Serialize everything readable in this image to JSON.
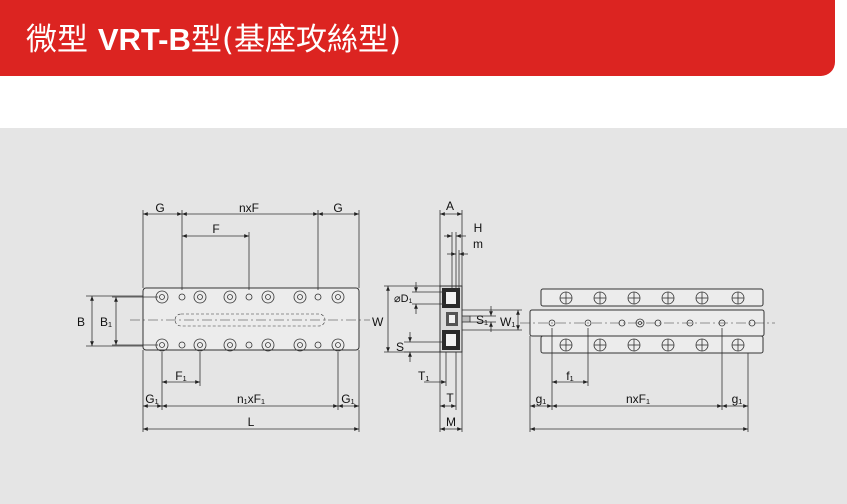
{
  "header": {
    "title_prefix": "微型 ",
    "title_model": "VRT-B",
    "title_suffix": "型(基座攻絲型)"
  },
  "colors": {
    "banner": "#dc2421",
    "panel": "#e5e5e5",
    "line": "#333333"
  },
  "front_view": {
    "labels": {
      "G_left": "G",
      "nxF": "nxF",
      "G_right": "G",
      "F": "F",
      "B": "B",
      "B1": "B₁",
      "W": "W",
      "F1": "F₁",
      "G1_left": "G₁",
      "n1xF1": "n₁xF₁",
      "G1_right": "G₁",
      "L": "L"
    }
  },
  "side_view": {
    "labels": {
      "A": "A",
      "H": "H",
      "m": "m",
      "D1": "⌀D₁",
      "S1": "S₁",
      "W1": "W₁",
      "S": "S",
      "T1": "T₁",
      "T": "T",
      "M": "M"
    }
  },
  "top_view": {
    "labels": {
      "g1_left": "g₁",
      "nxF1": "nxF₁",
      "g1_right": "g₁",
      "f1": "f₁"
    }
  }
}
